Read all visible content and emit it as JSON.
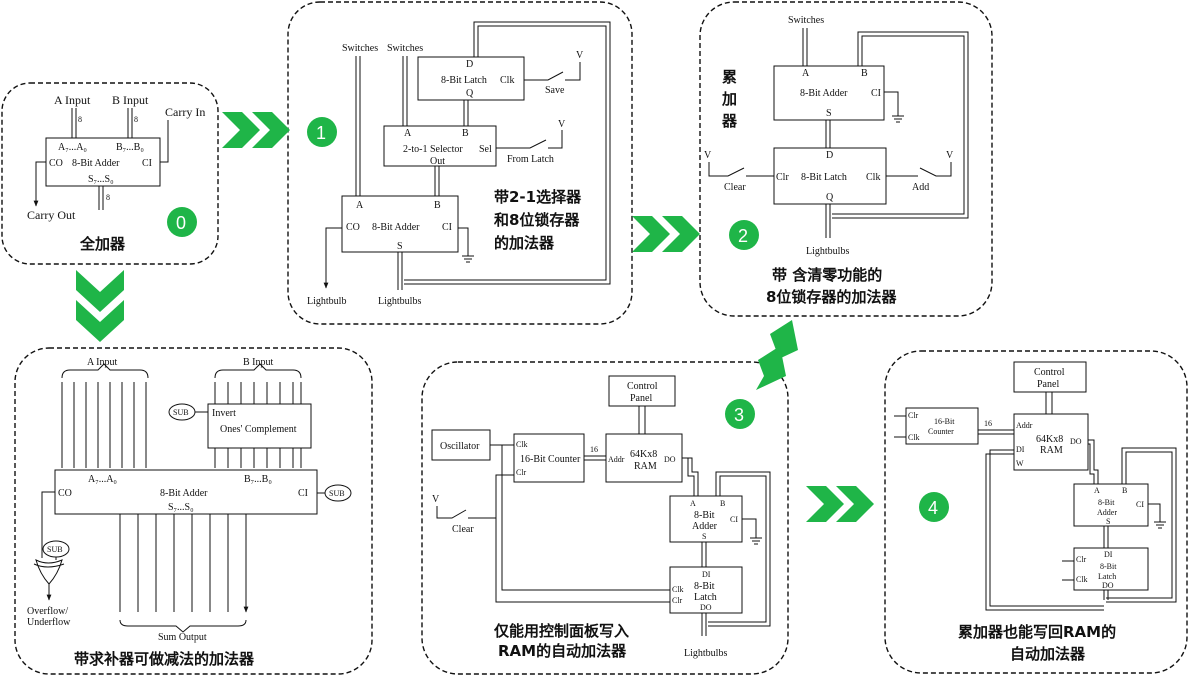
{
  "colors": {
    "accent_green": "#1fb548",
    "line": "#111111"
  },
  "markers": [
    "0",
    "1",
    "2",
    "3",
    "4"
  ],
  "panel0": {
    "a_input": "A Input",
    "b_input": "B Input",
    "carry_in": "Carry In",
    "carry_out": "Carry Out",
    "bus8": "8",
    "a_bits": "A₇...A₀",
    "b_bits": "B₇...B₀",
    "co": "CO",
    "adder": "8-Bit Adder",
    "ci": "CI",
    "s_bits": "S₇...S₀",
    "caption": "全加器"
  },
  "panel1": {
    "switches": "Switches",
    "latch_d": "D",
    "latch": "8-Bit Latch",
    "clk": "Clk",
    "latch_q": "Q",
    "save": "Save",
    "v": "V",
    "a": "A",
    "b": "B",
    "selector": "2-to-1 Selector",
    "sel": "Sel",
    "out": "Out",
    "from_latch": "From Latch",
    "adder": "8-Bit Adder",
    "co": "CO",
    "ci": "CI",
    "s": "S",
    "lightbulb": "Lightbulb",
    "lightbulbs": "Lightbulbs",
    "caption": [
      "带2-1选择器",
      "和8位锁存器",
      "的加法器"
    ]
  },
  "panel2": {
    "title_vert": [
      "累",
      "加",
      "器"
    ],
    "switches": "Switches",
    "a": "A",
    "b": "B",
    "adder": "8-Bit Adder",
    "ci": "CI",
    "s": "S",
    "d": "D",
    "v": "V",
    "clear": "Clear",
    "clr": "Clr",
    "latch": "8-Bit Latch",
    "clk": "Clk",
    "add": "Add",
    "q": "Q",
    "lightbulbs": "Lightbulbs",
    "caption": [
      "带 含清零功能的",
      "8位锁存器的加法器"
    ]
  },
  "panel_sub": {
    "a_input": "A Input",
    "b_input": "B Input",
    "sub": "SUB",
    "invert": "Invert",
    "ones": "Ones' Complement",
    "a_bits": "A₇...A₀",
    "b_bits": "B₇...B₀",
    "co": "CO",
    "adder": "8-Bit Adder",
    "ci": "CI",
    "s_bits": "S₇...S₀",
    "overflow": "Overflow/",
    "underflow": "Underflow",
    "sum_output": "Sum Output",
    "caption": "带求补器可做减法的加法器"
  },
  "panel3": {
    "control": "Control",
    "panel": "Panel",
    "oscillator": "Oscillator",
    "clk": "Clk",
    "clr": "Clr",
    "counter": "16-Bit Counter",
    "bus16": "16",
    "addr": "Addr",
    "ram1": "64Kx8",
    "ram2": "RAM",
    "do": "DO",
    "a": "A",
    "b": "B",
    "adder1": "8-Bit",
    "adder2": "Adder",
    "ci": "CI",
    "s": "S",
    "di": "DI",
    "latch1": "8-Bit",
    "latch2": "Latch",
    "v": "V",
    "clear": "Clear",
    "lightbulbs": "Lightbulbs",
    "caption": [
      "仅能用控制面板写入",
      "RAM的自动加法器"
    ]
  },
  "panel4": {
    "control": "Control",
    "panel": "Panel",
    "clr": "Clr",
    "clk": "Clk",
    "counter1": "16-Bit",
    "counter2": "Counter",
    "bus16": "16",
    "addr": "Addr",
    "ram1": "64Kx8",
    "ram2": "RAM",
    "do": "DO",
    "di": "DI",
    "w": "W",
    "a": "A",
    "b": "B",
    "adder1": "8-Bit",
    "adder2": "Adder",
    "ci": "CI",
    "s": "S",
    "latch1": "8-Bit",
    "latch2": "Latch",
    "caption": [
      "累加器也能写回RAM的",
      "自动加法器"
    ]
  }
}
